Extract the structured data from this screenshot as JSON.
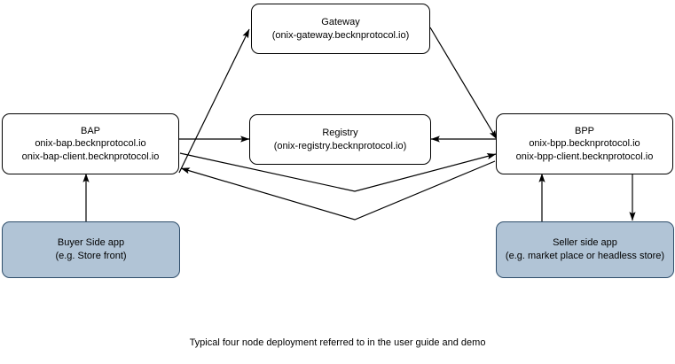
{
  "diagram": {
    "title_caption": "Typical four node deployment referred to in the user guide and demo",
    "accent_shaded_fill": "#b1c4d6",
    "accent_shaded_stroke": "#2f4e6b",
    "line_color": "#000000",
    "nodes": {
      "gateway": {
        "name": "Gateway",
        "host": "(onix-gateway.becknprotocol.io)",
        "style": "plain"
      },
      "bap": {
        "name": "BAP",
        "host1": "onix-bap.becknprotocol.io",
        "host2": "onix-bap-client.becknprotocol.io",
        "style": "plain"
      },
      "registry": {
        "name": "Registry",
        "host": "(onix-registry.becknprotocol.io)",
        "style": "plain"
      },
      "bpp": {
        "name": "BPP",
        "host1": "onix-bpp.becknprotocol.io",
        "host2": "onix-bpp-client.becknprotocol.io",
        "style": "plain"
      },
      "buyer_app": {
        "name": "Buyer Side app",
        "detail": "(e.g. Store front)",
        "style": "shaded"
      },
      "seller_app": {
        "name": "Seller side app",
        "detail": "(e.g. market place or headless store)",
        "style": "shaded"
      }
    },
    "edges": [
      {
        "id": "bap-to-gateway",
        "from": "bap",
        "to": "gateway",
        "arrow": "end"
      },
      {
        "id": "gateway-to-bpp",
        "from": "gateway",
        "to": "bpp",
        "arrow": "end"
      },
      {
        "id": "bap-to-registry",
        "from": "bap",
        "to": "registry",
        "arrow": "end"
      },
      {
        "id": "bpp-to-registry",
        "from": "bpp",
        "to": "registry",
        "arrow": "end"
      },
      {
        "id": "bap-to-bpp",
        "from": "bap",
        "to": "bpp",
        "arrow": "end"
      },
      {
        "id": "bpp-to-bap",
        "from": "bpp",
        "to": "bap",
        "arrow": "end"
      },
      {
        "id": "buyer-to-bap",
        "from": "buyer_app",
        "to": "bap",
        "arrow": "end"
      },
      {
        "id": "seller-to-bpp",
        "from": "seller_app",
        "to": "bpp",
        "arrow": "end"
      },
      {
        "id": "bpp-to-seller",
        "from": "bpp",
        "to": "seller_app",
        "arrow": "end"
      }
    ]
  }
}
